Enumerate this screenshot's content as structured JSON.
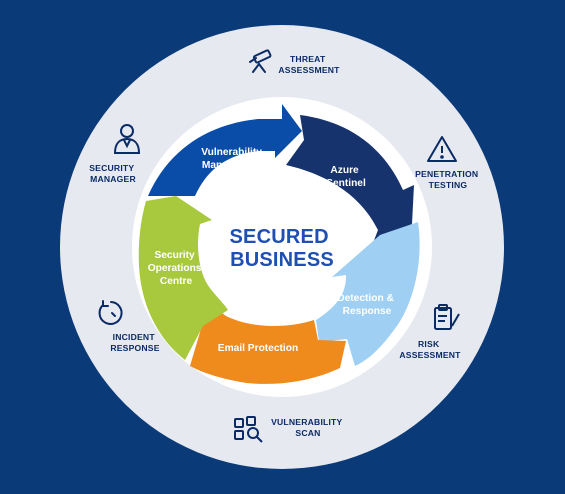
{
  "center": {
    "title": [
      "SECURED",
      "BUSINESS"
    ]
  },
  "cycle": [
    {
      "label": [
        "Vulnerability",
        "Management"
      ],
      "color": "#0a4da8"
    },
    {
      "label": [
        "Azure",
        "Sentinel"
      ],
      "color": "#17336e"
    },
    {
      "label": [
        "Detection &",
        "Response"
      ],
      "color": "#9fd0f4"
    },
    {
      "label": [
        "Email Protection"
      ],
      "color": "#ef8a1d"
    },
    {
      "label": [
        "Security",
        "Operations",
        "Centre"
      ],
      "color": "#a8c93e"
    }
  ],
  "services": [
    {
      "label": [
        "THREAT",
        "ASSESSMENT"
      ],
      "icon": "telescope-icon"
    },
    {
      "label": [
        "PENETRATION",
        "TESTING"
      ],
      "icon": "warning-icon"
    },
    {
      "label": [
        "RISK",
        "ASSESSMENT"
      ],
      "icon": "clipboard-icon"
    },
    {
      "label": [
        "VULNERABILITY",
        "SCAN"
      ],
      "icon": "network-scan-icon"
    },
    {
      "label": [
        "INCIDENT",
        "RESPONSE"
      ],
      "icon": "stopwatch-icon"
    },
    {
      "label": [
        "SECURITY",
        "MANAGER"
      ],
      "icon": "user-icon"
    }
  ],
  "colors": {
    "background": "#0a3a78",
    "outer_ring": "#e6e9ef",
    "inner_disc": "#ffffff",
    "text_dark": "#0b2b66",
    "center_text": "#1f4fb3"
  }
}
